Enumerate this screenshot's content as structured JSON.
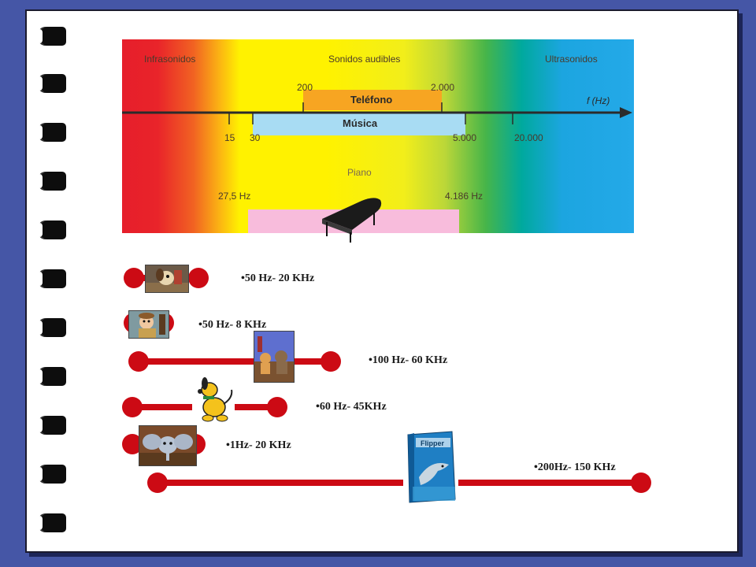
{
  "spectrum": {
    "infra_label": "Infrasonidos",
    "audible_label": "Sonidos audibles",
    "ultra_label": "Ultrasonidos",
    "axis_label": "f (Hz)",
    "telefono_label": "Teléfono",
    "musica_label": "Música",
    "piano_label": "Piano",
    "ticks": {
      "t200": "200",
      "t2000": "2.000",
      "t15": "15",
      "t30": "30",
      "t5000": "5.000",
      "t20000": "20.000",
      "t27": "27,5 Hz",
      "t4186": "4.186 Hz"
    }
  },
  "ranges": [
    {
      "text": "•50 Hz- 20 KHz",
      "picture": "dog-cartoon-icon"
    },
    {
      "text": "•50 Hz- 8 KHz",
      "picture": "cartoon-character-icon"
    },
    {
      "text": "•100 Hz- 60 KHz",
      "picture": "cat-cartoon-icon"
    },
    {
      "text": "•60 Hz- 45KHz",
      "picture": "pluto-dog-icon"
    },
    {
      "text": "•1Hz- 20 KHz",
      "picture": "elephant-icon"
    },
    {
      "text": "•200Hz- 150 KHz",
      "picture": "dolphin-dvd-icon"
    }
  ],
  "colors": {
    "range_line": "#cc0a14",
    "background": "#4556a6"
  }
}
